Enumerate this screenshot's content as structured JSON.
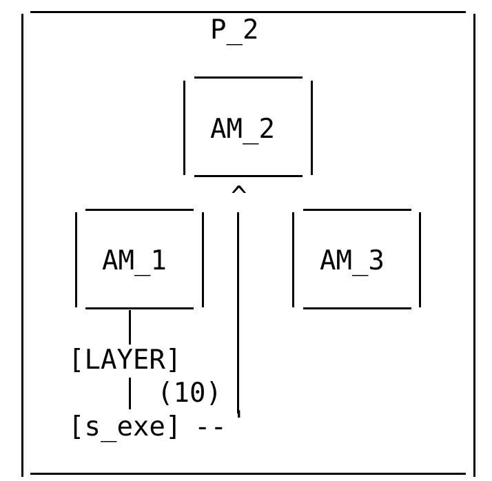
{
  "diagram": {
    "container_label": "P_2",
    "boxes": {
      "am_2": "AM_2",
      "am_1": "AM_1",
      "am_3": "AM_3"
    },
    "arrow_head": "^",
    "layer_label": "[LAYER]",
    "weight_label": "(10)",
    "exe_label": "[s_exe]",
    "dash_segment": "--",
    "tick_mark": "'"
  }
}
